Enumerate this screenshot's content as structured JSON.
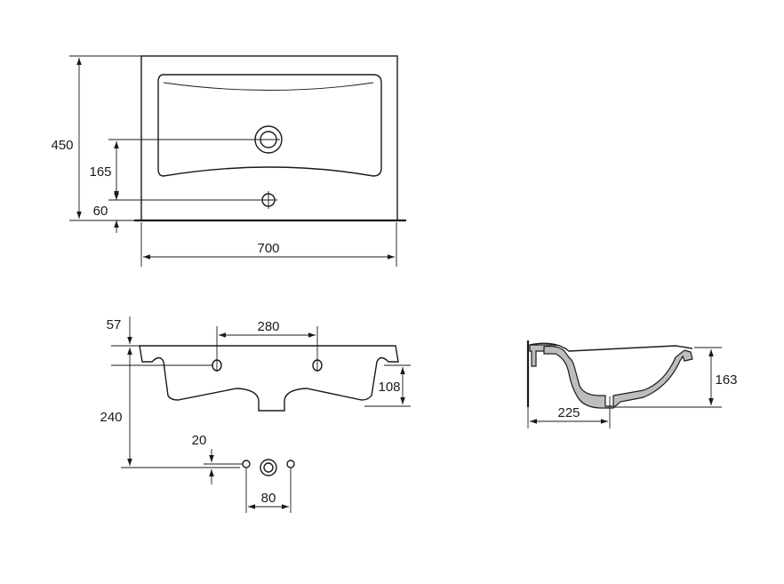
{
  "dimensions": {
    "top_depth": "450",
    "top_drain_offset": "165",
    "top_tap_offset": "60",
    "top_width": "700",
    "front_rim": "57",
    "front_hole_spacing": "280",
    "front_apron": "108",
    "front_height": "240",
    "bottom_offset": "20",
    "bottom_spacing": "80",
    "section_height": "163",
    "section_depth": "225"
  }
}
